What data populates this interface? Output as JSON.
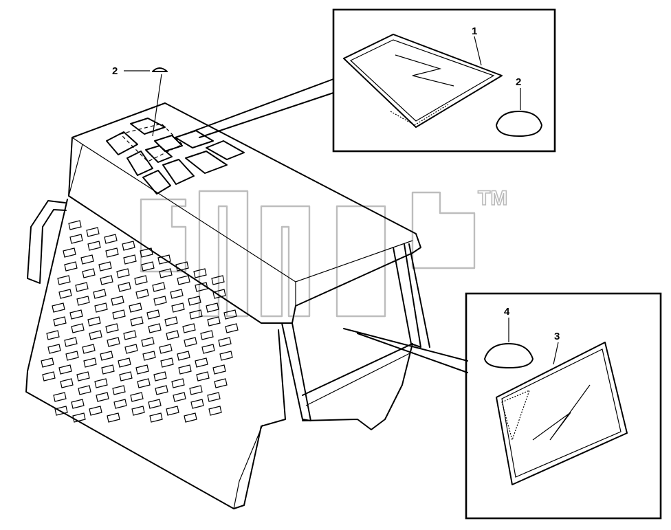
{
  "figure": {
    "callouts": {
      "c1": "1",
      "c2_detail": "2",
      "c2_main": "2",
      "c3": "3",
      "c4": "4"
    },
    "watermark": {
      "trademark": "TM"
    }
  }
}
